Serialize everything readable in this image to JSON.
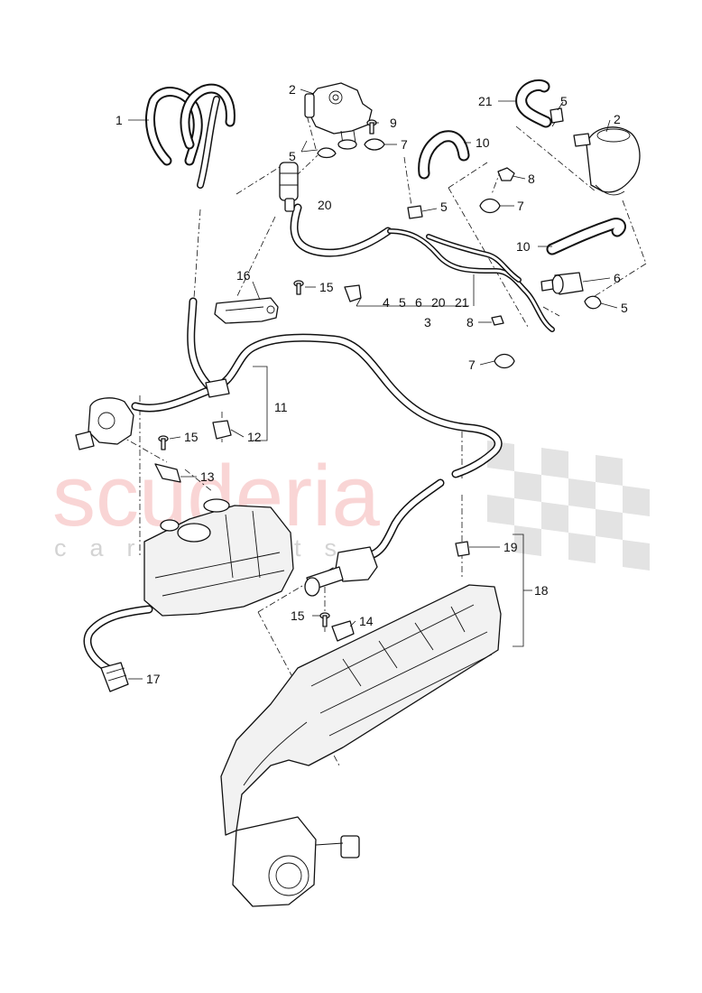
{
  "watermark": {
    "main": "scuderia",
    "sub": "car parts"
  },
  "colors": {
    "watermark_red": "#f2a5a5",
    "watermark_checker": "#e3e3e3",
    "line": "#111111"
  },
  "callouts": [
    {
      "id": "c1a",
      "label": "1"
    },
    {
      "id": "c2a",
      "label": "2"
    },
    {
      "id": "c2b",
      "label": "2"
    },
    {
      "id": "c21a",
      "label": "21"
    },
    {
      "id": "c5a",
      "label": "5"
    },
    {
      "id": "c9",
      "label": "9"
    },
    {
      "id": "c5b",
      "label": "5"
    },
    {
      "id": "c7a",
      "label": "7"
    },
    {
      "id": "c10a",
      "label": "10"
    },
    {
      "id": "c8a",
      "label": "8"
    },
    {
      "id": "c7b",
      "label": "7"
    },
    {
      "id": "c20",
      "label": "20"
    },
    {
      "id": "c5c",
      "label": "5"
    },
    {
      "id": "c10b",
      "label": "10"
    },
    {
      "id": "c16",
      "label": "16"
    },
    {
      "id": "c15a",
      "label": "15"
    },
    {
      "id": "c6",
      "label": "6"
    },
    {
      "id": "c5d",
      "label": "5"
    },
    {
      "id": "c3",
      "label": "3"
    },
    {
      "id": "c8b",
      "label": "8"
    },
    {
      "id": "c7c",
      "label": "7"
    },
    {
      "id": "c11",
      "label": "11"
    },
    {
      "id": "c15b",
      "label": "15"
    },
    {
      "id": "c12",
      "label": "12"
    },
    {
      "id": "c13",
      "label": "13"
    },
    {
      "id": "c19",
      "label": "19"
    },
    {
      "id": "c18",
      "label": "18"
    },
    {
      "id": "c15c",
      "label": "15"
    },
    {
      "id": "c14",
      "label": "14"
    },
    {
      "id": "c17",
      "label": "17"
    }
  ],
  "group_label": {
    "items": [
      "4",
      "5",
      "6",
      "20",
      "21"
    ]
  }
}
